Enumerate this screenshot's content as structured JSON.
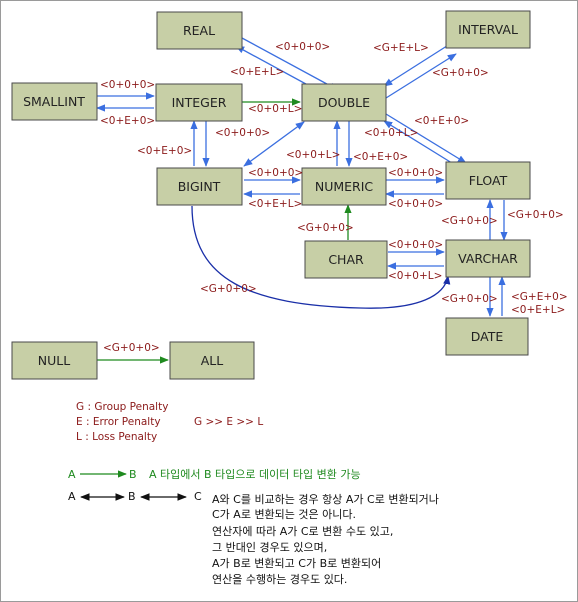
{
  "nodes": {
    "real": "REAL",
    "interval": "INTERVAL",
    "smallint": "SMALLINT",
    "integer": "INTEGER",
    "double": "DOUBLE",
    "bigint": "BIGINT",
    "numeric": "NUMERIC",
    "float": "FLOAT",
    "char": "CHAR",
    "varchar": "VARCHAR",
    "date": "DATE",
    "null": "NULL",
    "all": "ALL"
  },
  "edge_labels": {
    "real_to_double": "<0+0+0>",
    "double_to_real": "<0+E+L>",
    "interval_to_double": "<G+E+L>",
    "double_to_interval": "<G+0+0>",
    "smallint_to_integer": "<0+0+0>",
    "integer_to_smallint": "<0+E+0>",
    "integer_to_double": "<0+0+L>",
    "double_to_float": "<0+E+0>",
    "float_to_double": "<0+0+L>",
    "integer_to_bigint": "<0+0+0>",
    "bigint_to_integer": "<0+E+0>",
    "numeric_to_double": "<0+0+L>",
    "double_to_numeric": "<0+E+0>",
    "bigint_to_numeric": "<0+0+0>",
    "numeric_to_bigint": "<0+E+L>",
    "numeric_to_float": "<0+0+0>",
    "float_to_numeric": "<0+0+0>",
    "char_to_numeric": "<G+0+0>",
    "varchar_to_float": "<G+0+0>",
    "float_to_varchar": "<G+0+0>",
    "char_to_varchar": "<0+0+0>",
    "varchar_to_char": "<0+0+L>",
    "bigint_to_varchar": "<G+0+0>",
    "varchar_to_date": "<G+0+0>",
    "date_to_varchar_1": "<G+E+0>",
    "date_to_varchar_2": "<0+E+L>",
    "null_to_all": "<G+0+0>"
  },
  "legend": {
    "g": "G : Group Penalty",
    "e": "E : Error Penalty",
    "l": "L : Loss Penalty",
    "order": "G >> E >> L",
    "green_a": "A",
    "green_b": "B",
    "green_desc": "A 타입에서 B 타입으로 데이터 타입 변환 가능",
    "black_a": "A",
    "black_b": "B",
    "black_c": "C",
    "black_desc": [
      "A와 C를 비교하는 경우 항상 A가 C로 변환되거나",
      "C가 A로 변환되는 것은 아니다.",
      "연산자에 따라 A가 C로 변환 수도 있고,",
      "그  반대인 경우도 있으며,",
      "A가 B로 변환되고 C가 B로 변환되어",
      "연산을 수행하는 경우도 있다."
    ]
  },
  "colors": {
    "node_fill": "#c7cfa6",
    "blue_arrow": "#3b6fe0",
    "green_arrow": "#1f8a1f",
    "dark_blue_curve": "#1a2fa8",
    "label_red": "#8b1a1a"
  }
}
